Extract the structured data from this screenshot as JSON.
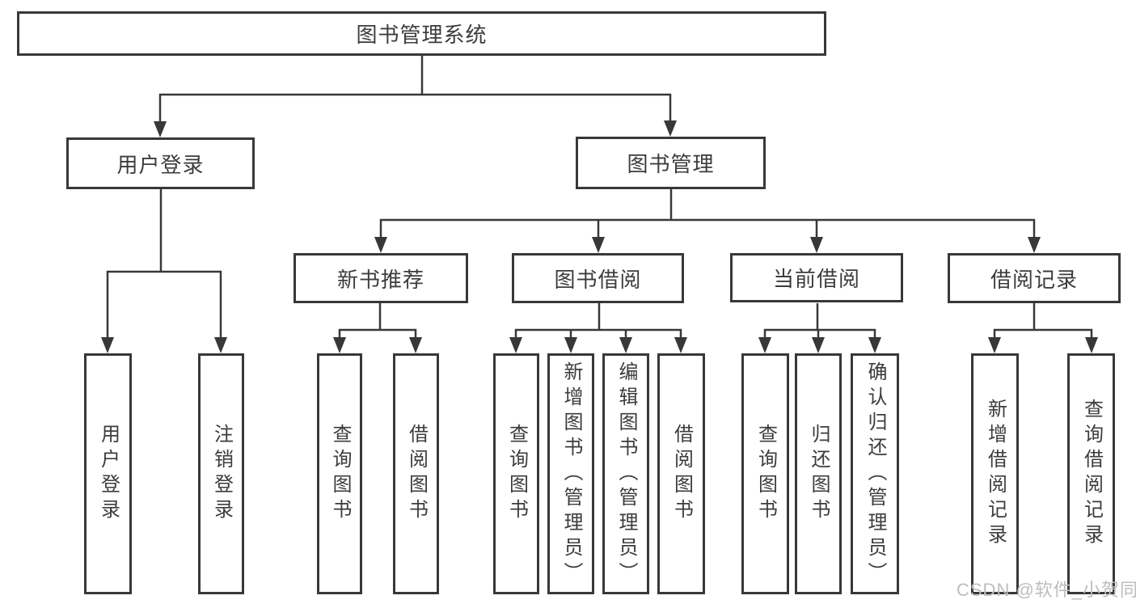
{
  "diagram": {
    "root": {
      "label": "图书管理系统"
    },
    "level2": [
      {
        "label": "用户登录",
        "parent": "图书管理系统"
      },
      {
        "label": "图书管理",
        "parent": "图书管理系统"
      }
    ],
    "level3": [
      {
        "label": "新书推荐",
        "parent": "图书管理"
      },
      {
        "label": "图书借阅",
        "parent": "图书管理"
      },
      {
        "label": "当前借阅",
        "parent": "图书管理"
      },
      {
        "label": "借阅记录",
        "parent": "图书管理"
      }
    ],
    "leaves": [
      {
        "label": "用户登录",
        "parent": "用户登录"
      },
      {
        "label": "注销登录",
        "parent": "用户登录"
      },
      {
        "label": "查询图书",
        "parent": "新书推荐"
      },
      {
        "label": "借阅图书",
        "parent": "新书推荐"
      },
      {
        "label": "查询图书",
        "parent": "图书借阅"
      },
      {
        "label": "新增图书（管理员）",
        "parent": "图书借阅"
      },
      {
        "label": "编辑图书（管理员）",
        "parent": "图书借阅"
      },
      {
        "label": "借阅图书",
        "parent": "图书借阅"
      },
      {
        "label": "查询图书",
        "parent": "当前借阅"
      },
      {
        "label": "归还图书",
        "parent": "当前借阅"
      },
      {
        "label": "确认归还（管理员）",
        "parent": "当前借阅"
      },
      {
        "label": "新增借阅记录",
        "parent": "借阅记录"
      },
      {
        "label": "查询借阅记录",
        "parent": "借阅记录"
      }
    ],
    "watermark": "CSDN @软件_小贺同学",
    "colors": {
      "line": "#383838",
      "text": "#3c3c3c",
      "background": "#ffffff",
      "watermark": "#bdbdbd"
    }
  }
}
